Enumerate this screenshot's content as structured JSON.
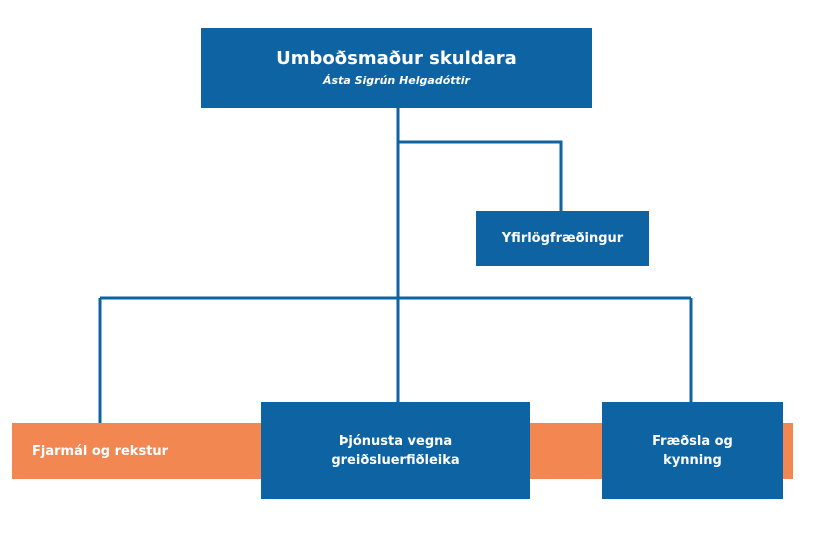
{
  "colors": {
    "blue": "#0e63a3",
    "orange": "#f28752",
    "text": "#ffffff"
  },
  "director": {
    "title": "Umboðsmaður skuldara",
    "subtitle": "Ásta Sigrún Helgadóttir"
  },
  "staff": {
    "legal": "Yfirlögfræðingur"
  },
  "departments": {
    "finance": "Fjarmál og rekstur",
    "service_line1": "Þjónusta vegna",
    "service_line2": "greiðsluerfiðleika",
    "education_line1": "Fræðsla og",
    "education_line2": "kynning"
  }
}
